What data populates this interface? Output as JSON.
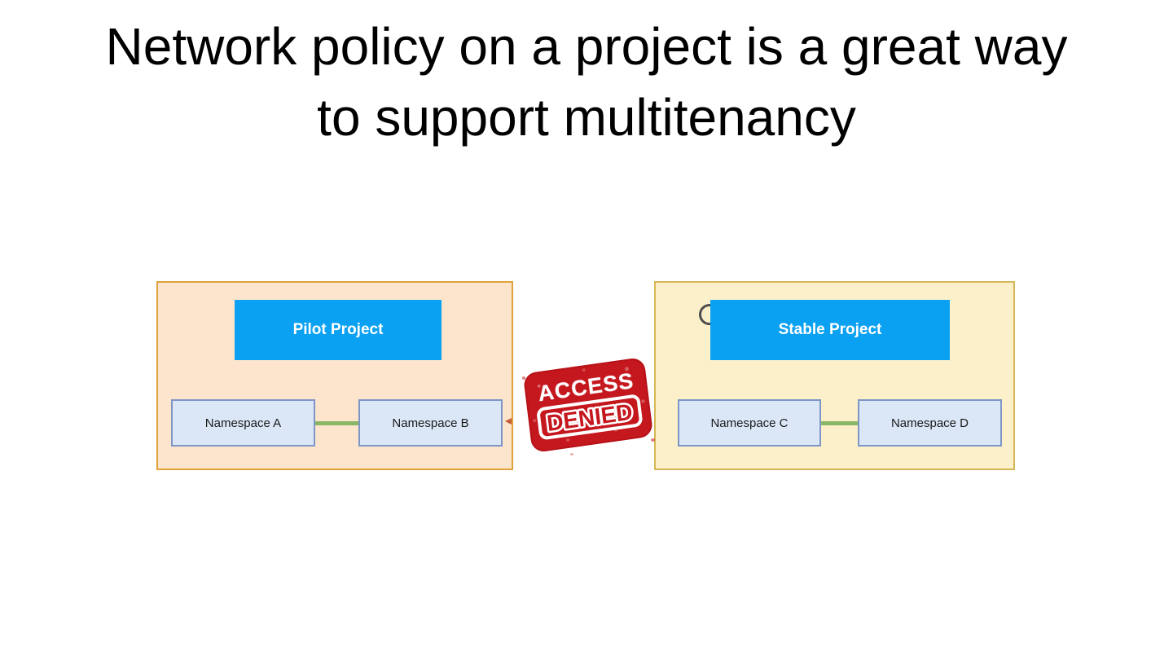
{
  "slide": {
    "title_lines": [
      "Network policy on a project is a great way",
      "to support multitenancy"
    ]
  },
  "diagram": {
    "projects": [
      {
        "name": "Pilot Project",
        "namespaces": [
          {
            "label": "Namespace A"
          },
          {
            "label": "Namespace B"
          }
        ]
      },
      {
        "name": "Stable Project",
        "namespaces": [
          {
            "label": "Namespace C"
          },
          {
            "label": "Namespace D"
          }
        ]
      }
    ],
    "stamp": {
      "line1": "ACCESS",
      "line2": "DENIED"
    },
    "colors": {
      "pilot_fill": "#FCE5CC",
      "pilot_border": "#DFA23C",
      "stable_fill": "#FCF0CA",
      "stable_border": "#D6B656",
      "project_header_fill": "#0AA1F2",
      "namespace_fill": "#DBE7F7",
      "namespace_border": "#7E96C6",
      "connector_green": "#8AB765",
      "stamp_red": "#C5171E"
    }
  }
}
